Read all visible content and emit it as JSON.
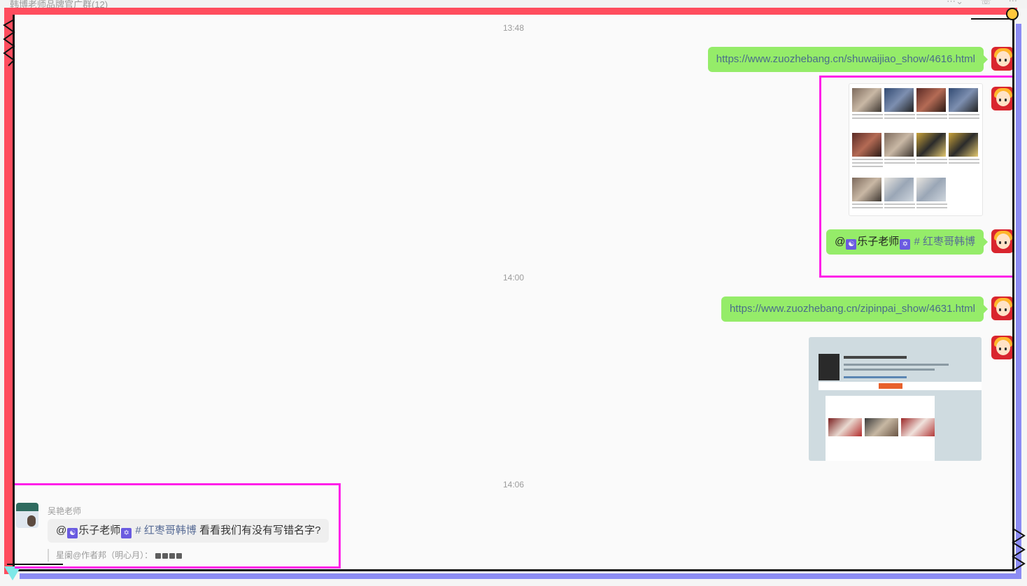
{
  "window": {
    "title": "韩博老师品牌官广群(12)",
    "icons": [
      "more-icon",
      "chevron-down-icon",
      "phone-icon",
      "ellipsis-icon"
    ]
  },
  "colors": {
    "frame_red": "#ff4d5e",
    "frame_shadow": "#8c8cf3",
    "highlight": "#ff1fe8",
    "bubble_self": "#95ec69",
    "bubble_other": "#efefef"
  },
  "messages": {
    "ts1": "13:48",
    "link1": "https://www.zuozhebang.cn/shuwaijiao_show/4616.html",
    "mention_at": "@",
    "mention_name": "乐子老师",
    "hash_tag": "# 红枣哥韩博",
    "ts2": "14:00",
    "link2": "https://www.zuozhebang.cn/zipinpai_show/4631.html",
    "ts3": "14:06",
    "other_name": "吴艳老师",
    "other_text": "看看我们有没有写错名字?",
    "quote_name": "星阑@作者邦（明心月）："
  }
}
